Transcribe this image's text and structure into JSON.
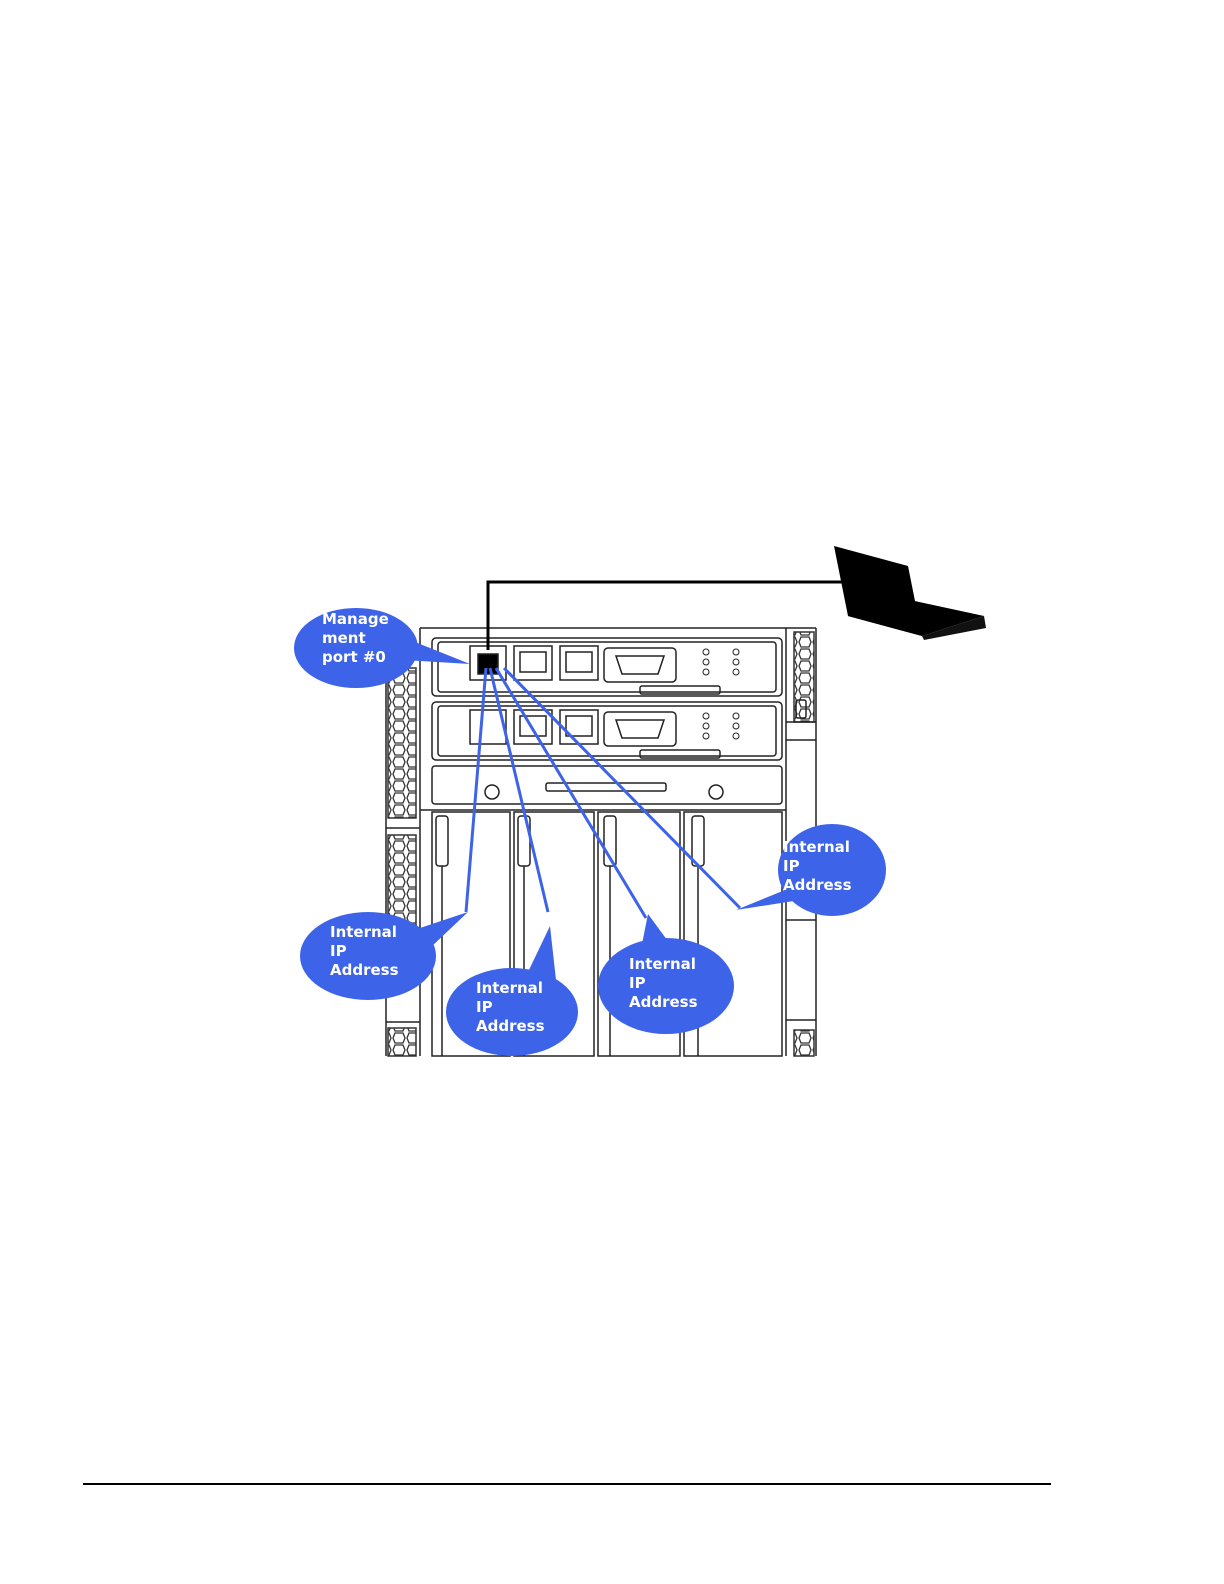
{
  "diagram": {
    "callouts": {
      "management": {
        "lines": [
          "Manage",
          "ment",
          "port #0"
        ]
      },
      "ip_1": {
        "lines": [
          "Internal",
          "IP",
          "Address"
        ]
      },
      "ip_2": {
        "lines": [
          "Internal",
          "IP",
          "Address"
        ]
      },
      "ip_3": {
        "lines": [
          "Internal",
          "IP",
          "Address"
        ]
      },
      "ip_4": {
        "lines": [
          "Internal",
          "IP",
          "Address"
        ]
      }
    },
    "colors": {
      "callout": "#3d63e8",
      "connector": "#3d63e8",
      "cable": "#000000",
      "hardware_line": "#222222"
    },
    "icons": [
      "laptop-icon",
      "ethernet-port-icon",
      "serial-port-icon",
      "status-led-icon"
    ]
  }
}
